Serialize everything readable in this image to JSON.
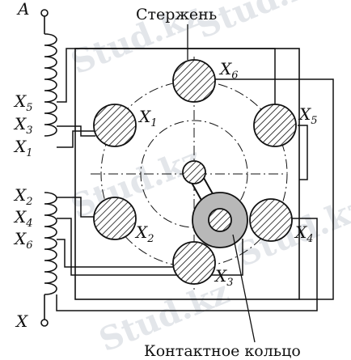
{
  "diagram": {
    "title_rod": "Стержень",
    "caption_ring": "Контактное кольцо",
    "terminal_a": "A",
    "terminal_x": "X",
    "winding_taps_top": [
      "X",
      "X",
      "X"
    ],
    "winding_taps_top_sub": [
      "5",
      "3",
      "1"
    ],
    "winding_taps_bottom": [
      "X",
      "X",
      "X"
    ],
    "winding_taps_bottom_sub": [
      "2",
      "4",
      "6"
    ],
    "contacts": [
      {
        "label": "X",
        "sub": "1"
      },
      {
        "label": "X",
        "sub": "2"
      },
      {
        "label": "X",
        "sub": "3"
      },
      {
        "label": "X",
        "sub": "4"
      },
      {
        "label": "X",
        "sub": "5"
      },
      {
        "label": "X",
        "sub": "6"
      }
    ],
    "watermark": "Stud.kz",
    "colors": {
      "ink": "#111111",
      "ring_fill": "#b8b8b8",
      "watermark": "#e3e6ea"
    }
  }
}
